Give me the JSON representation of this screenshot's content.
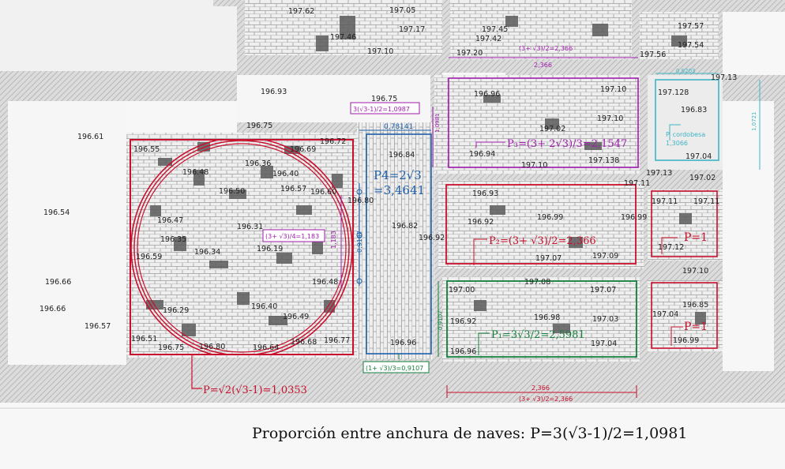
{
  "colors": {
    "red": "#c8102e",
    "magenta": "#a21caf",
    "blue": "#1f5fa8",
    "green": "#15803d",
    "cyan": "#3fb4c4",
    "paper": "#f7f7f7",
    "hatch": "#9a9a9a"
  },
  "elevations": [
    "197.62",
    "197.05",
    "197.45",
    "197.17",
    "197.46",
    "197.42",
    "197.10",
    "197.20",
    "197.57",
    "197.54",
    "197.56",
    "197.13",
    "196.93",
    "196.75",
    "196.61",
    "196.54",
    "196.66",
    "196.66",
    "196.57",
    "196.55",
    "196.48",
    "196.36",
    "196.40",
    "196.50",
    "196.47",
    "196.35",
    "196.59",
    "196.34",
    "196.19",
    "196.31",
    "196.57",
    "196.60",
    "196.69",
    "196.72",
    "196.75",
    "196.29",
    "196.40",
    "196.49",
    "196.51",
    "196.75",
    "196.80",
    "196.64",
    "196.68",
    "196.77",
    "196.48",
    "196.80",
    "196.84",
    "196.82",
    "196.96",
    "196.96",
    "197.10",
    "197.02",
    "197.10",
    "196.94",
    "197.138",
    "197.10",
    "197.128",
    "196.83",
    "197.04",
    "197.13",
    "197.02",
    "197.11",
    "196.93",
    "196.92",
    "196.99",
    "196.99",
    "197.07",
    "197.09",
    "196.92",
    "197.11",
    "197.11",
    "197.12",
    "197.10",
    "197.00",
    "197.08",
    "197.07",
    "196.92",
    "196.98",
    "197.03",
    "196.96",
    "197.04",
    "196.85",
    "197.04",
    "196.99"
  ],
  "annotations": {
    "red_circle_formula": "P=√2(√3-1)=1,0353",
    "red_circle_inner": "(3+ √3)/4=1,183",
    "red_circle_side": "1,183",
    "blue_nave_top": "0,78141",
    "blue_nave_formula_line1": "P4=2√3",
    "blue_nave_formula_line2": "=3,4641",
    "blue_nave_side": "0,9107",
    "green_nave_bottom": "(1+ √3)/3=0,9107",
    "magenta_box_top": "3(√3-1)/2=1,0987",
    "magenta_box_side": "1,0981",
    "magenta_top_formula": "(3+ √3)/2=2,366",
    "magenta_top_dim": "2,366",
    "magenta_room_formula": "P₃=(3+ 2√3)/3=2,1547",
    "red_room_formula": "P₂=(3+ √3)/2=2,366",
    "green_room_formula": "P₁=3√3/2=2,5981",
    "green_room_side": "0,9107",
    "bottom_dim": "2,366",
    "bottom_formula": "(3+ √3)/2=2,366",
    "cyan_top": "0,8203",
    "cyan_side": "1,0721",
    "cyan_label_line1": "P. cordobesa",
    "cyan_label_line2": "1,3066",
    "small_room_top_formula": "P=1",
    "small_room_bottom_formula": "P=1"
  },
  "caption": "Proporción entre anchura de naves: P=3(√3-1)/2=1,0981"
}
